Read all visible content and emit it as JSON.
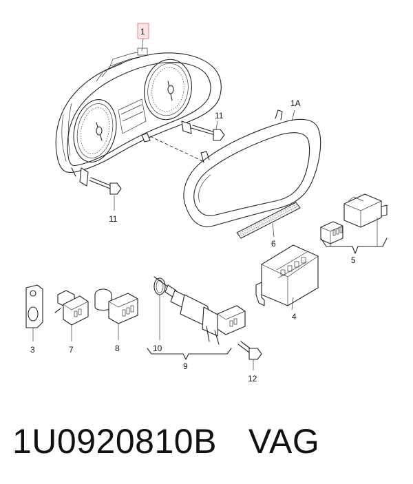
{
  "callouts": {
    "c1": "1",
    "c1a": "1A",
    "c3": "3",
    "c4": "4",
    "c5": "5",
    "c6": "6",
    "c7": "7",
    "c8": "8",
    "c9": "9",
    "c10": "10",
    "c11a": "11",
    "c11b": "11",
    "c12": "12"
  },
  "footer": {
    "part_number": "1U0920810B",
    "brand": "VAG"
  },
  "colors": {
    "highlight_box_fill": "#fbe3e6",
    "highlight_box_stroke": "#d98a97",
    "line": "#222222"
  }
}
